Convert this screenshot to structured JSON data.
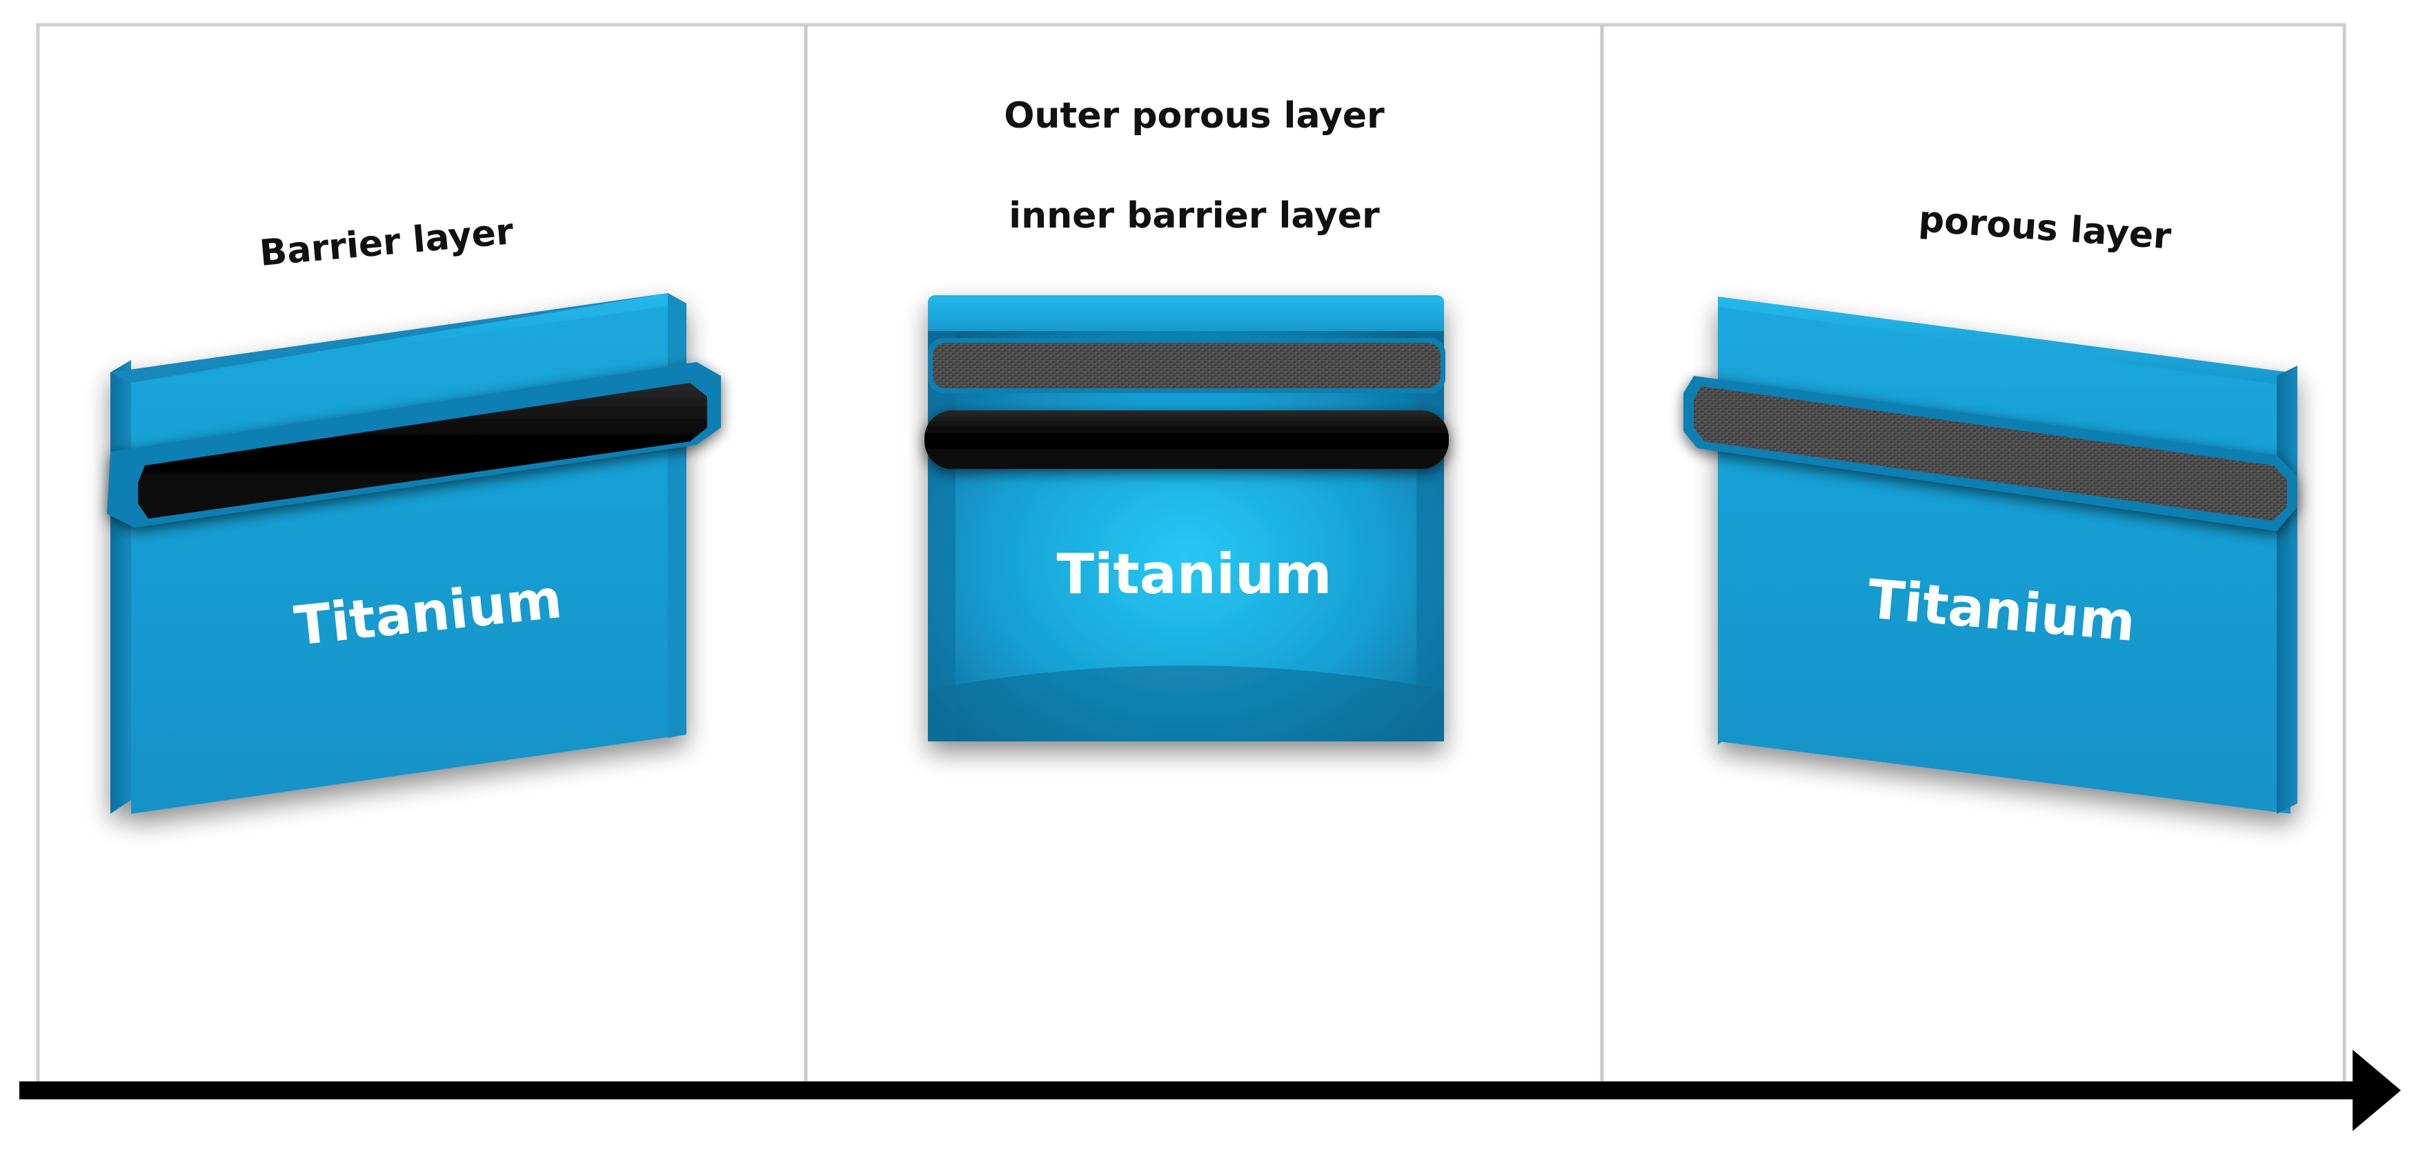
{
  "panels": [
    {
      "label": "Barrier layer",
      "metal": "Titanium",
      "layers": [
        "barrier"
      ]
    },
    {
      "label_top": "Outer porous layer",
      "label_bottom": "inner barrier layer",
      "metal": "Titanium",
      "layers": [
        "porous",
        "barrier"
      ]
    },
    {
      "label": "porous layer",
      "metal": "Titanium",
      "layers": [
        "porous"
      ]
    }
  ],
  "arrow": {
    "direction": "right"
  },
  "colors": {
    "titanium": "#1a9fd6",
    "titanium_dark": "#0e6f9c",
    "titanium_light": "#22c2f0",
    "barrier_layer": "#050505",
    "porous_layer": "#4a4a4a",
    "divider": "#c8c8c8",
    "arrow": "#000000"
  }
}
